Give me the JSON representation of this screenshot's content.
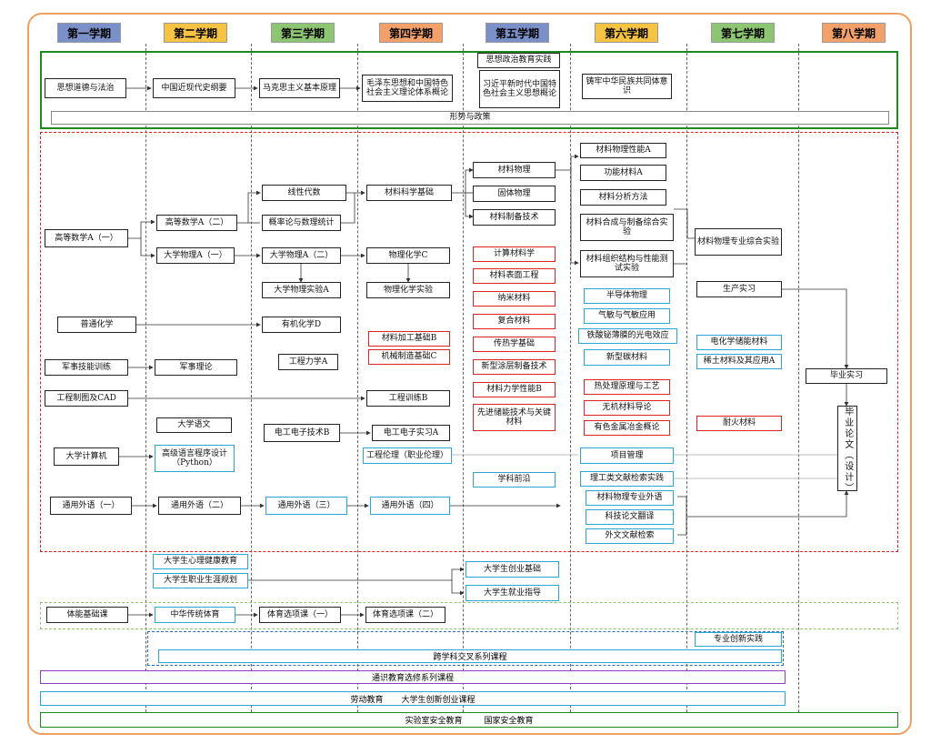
{
  "semesters": [
    {
      "label": "第一学期",
      "color": "#7b8fc9"
    },
    {
      "label": "第二学期",
      "color": "#f6c343"
    },
    {
      "label": "第三学期",
      "color": "#8cc672"
    },
    {
      "label": "第四学期",
      "color": "#f3a06a"
    },
    {
      "label": "第五学期",
      "color": "#7b8fc9"
    },
    {
      "label": "第六学期",
      "color": "#f6c343"
    },
    {
      "label": "第七学期",
      "color": "#8cc672"
    },
    {
      "label": "第八学期",
      "color": "#f3a06a"
    }
  ],
  "ideology": {
    "c1": "思想道德与法治",
    "c2": "中国近现代史纲要",
    "c3": "马克思主义基本原理",
    "c4": "毛泽东思想和中国特色社会主义理论体系概论",
    "c5a": "思想政治教育实践",
    "c5b": "习近平新时代中国特色社会主义思想概论",
    "c6": "铸牢中华民族共同体意识",
    "policy": "形势与政策"
  },
  "core": {
    "math_a1": "高等数学A（一）",
    "math_a2": "高等数学A（二）",
    "physics_a1": "大学物理A（一）",
    "linear_algebra": "线性代数",
    "probability": "概率论与数理统计",
    "physics_a2": "大学物理A（二）",
    "physics_lab": "大学物理实验A",
    "materials_base": "材料科学基础",
    "physchem": "物理化学C",
    "physchem_lab": "物理化学实验",
    "mat_physics": "材料物理",
    "solid_physics": "固体物理",
    "mat_prep": "材料制备技术",
    "mat_phys_perf": "材料物理性能A",
    "func_mat": "功能材料A",
    "mat_analysis": "材料分析方法",
    "mat_synth_lab": "材料合成与制备综合实验",
    "mat_struct_lab": "材料组织结构与性能测试实验",
    "comp_mat": "计算材料学",
    "surface_eng": "材料表面工程",
    "nano_mat": "纳米材料",
    "composite_mat": "复合材料",
    "heat_transfer": "传热学基础",
    "coating_tech": "新型涂层制备技术",
    "mat_mechanics": "材料力学性能B",
    "energy_storage": "先进储能技术与关键材料",
    "semiconductor": "半导体物理",
    "gas_sensing": "气敏与气敏应用",
    "ferroelectric": "铁酸铋薄膜的光电效应",
    "carbon_mat": "新型碳材料",
    "heat_treatment": "热处理原理与工艺",
    "inorganic_mat": "无机材料导论",
    "nonferrous": "有色金属冶金概论",
    "comprehensive_lab": "材料物理专业综合实验",
    "production_practice": "生产实习",
    "electrochem_mat": "电化学储能材料",
    "rare_earth": "稀土材料及其应用A",
    "refractory": "耐火材料",
    "gen_chem": "普通化学",
    "org_chem": "有机化学D",
    "mat_processing": "材料加工基础B",
    "mech_manufacturing": "机械制造基础C",
    "military_training": "军事技能训练",
    "military_theory": "军事理论",
    "engineering_mech": "工程力学A",
    "drawing_cad": "工程制图及CAD",
    "eng_training": "工程训练B",
    "chinese": "大学语文",
    "electrotech": "电工电子技术B",
    "electro_practice": "电工电子实习A",
    "computer": "大学计算机",
    "python": "高级语言程序设计（Python）",
    "ethics": "工程伦理（职业伦理）",
    "project_mgmt": "项目管理",
    "frontier": "学科前沿",
    "literature": "理工类文献检索实践",
    "eng1": "通用外语（一）",
    "eng2": "通用外语（二）",
    "eng3": "通用外语（三）",
    "eng4": "通用外语（四）",
    "prof_english": "材料物理专业外语",
    "sci_translation": "科技论文翻译",
    "foreign_lit": "外文文献检索",
    "graduation_internship": "毕业实习",
    "thesis": "毕业论文（设计）"
  },
  "career": {
    "mental_health": "大学生心理健康教育",
    "career_plan": "大学生职业生涯规划",
    "entrepreneurship": "大学生创业基础",
    "employment": "大学生就业指导"
  },
  "pe": {
    "basic": "体能基础课",
    "traditional": "中华传统体育",
    "elective1": "体育选项课（一）",
    "elective2": "体育选项课（二）"
  },
  "bars": {
    "innovation": "专业创新实践",
    "interdisciplinary": "跨学科交叉系列课程",
    "general_edu": "通识教育选修系列课程",
    "labor": "劳动教育",
    "innov_entre": "大学生创新创业课程",
    "lab_safety": "实验室安全教育",
    "national_security": "国家安全教育"
  }
}
